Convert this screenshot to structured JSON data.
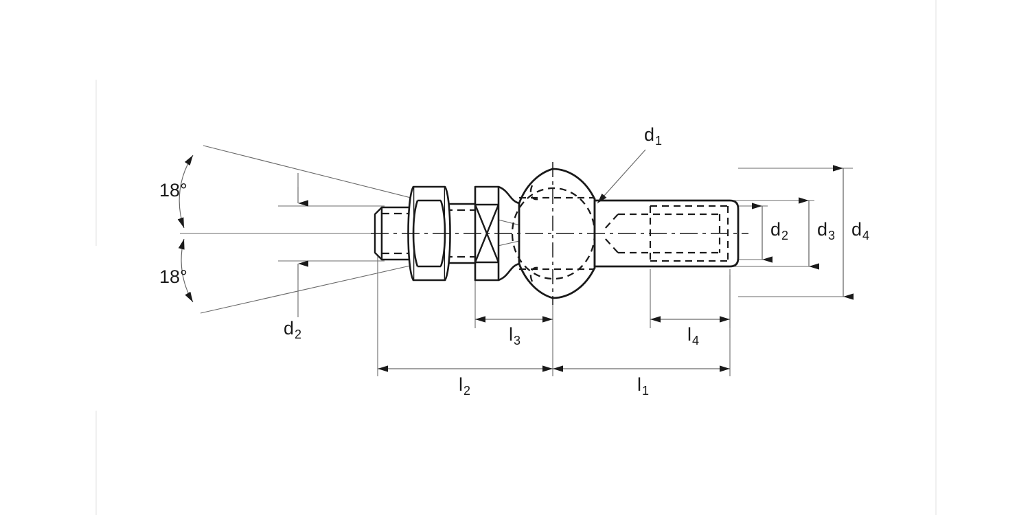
{
  "drawing": {
    "title": "Ball joint / angle joint technical drawing",
    "type": "engineering-line-drawing",
    "projection": "sectional side view",
    "background_color": "#ffffff",
    "line_color": "#1a1a1a",
    "thin_line_color": "#555555",
    "faint_border_color": "#ebebeb"
  },
  "angles": {
    "upper": "18°",
    "lower": "18°"
  },
  "diameters": {
    "d1": {
      "label": "d",
      "sub": "1",
      "role": "ball-diameter-leader"
    },
    "d2_left": {
      "label": "d",
      "sub": "2",
      "role": "stud-thread-diameter"
    },
    "d2_right": {
      "label": "d",
      "sub": "2",
      "role": "socket-internal-thread-diameter"
    },
    "d3": {
      "label": "d",
      "sub": "3",
      "role": "socket-body-diameter"
    },
    "d4": {
      "label": "d",
      "sub": "4",
      "role": "overall-housing-diameter"
    }
  },
  "lengths": {
    "l1": {
      "label": "l",
      "sub": "1",
      "role": "socket-side-length"
    },
    "l2": {
      "label": "l",
      "sub": "2",
      "role": "stud-side-length"
    },
    "l3": {
      "label": "l",
      "sub": "3",
      "role": "ball-neck-length"
    },
    "l4": {
      "label": "l",
      "sub": "4",
      "role": "internal-thread-length"
    }
  },
  "components": [
    {
      "name": "threaded-stud",
      "description": "chamfered threaded shaft at far left"
    },
    {
      "name": "hex-nut",
      "description": "hexagonal lock nut on stud"
    },
    {
      "name": "shoulder-flange",
      "description": "flange with X-marking wrench flat"
    },
    {
      "name": "ball-head",
      "description": "spherical ball shown with hidden outline"
    },
    {
      "name": "socket-housing",
      "description": "cylindrical housing with internal thread"
    }
  ]
}
